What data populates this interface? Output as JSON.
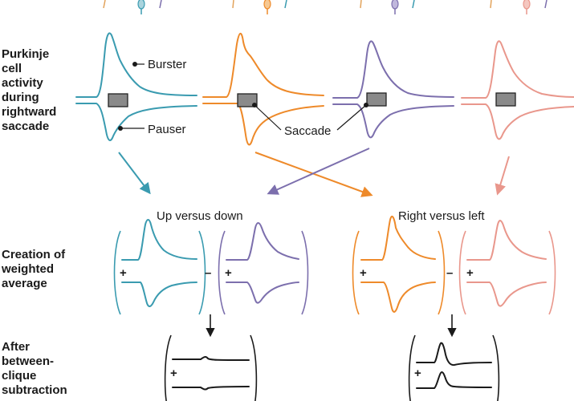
{
  "row_labels": {
    "row1": [
      "Purkinje",
      "cell",
      "activity",
      "during",
      "rightward",
      "saccade"
    ],
    "row2": [
      "Creation of",
      "weighted",
      "average"
    ],
    "row3": [
      "After",
      "between-",
      "clique",
      "subtraction"
    ]
  },
  "annotations": {
    "burster": "Burster",
    "pauser": "Pauser",
    "saccade": "Saccade"
  },
  "groups": {
    "left_title": "Up versus down",
    "right_title": "Right versus left"
  },
  "symbols": {
    "plus": "+",
    "minus": "–"
  },
  "colors": {
    "teal": "#3a9bb0",
    "orange": "#ee8a2a",
    "purple": "#7c6fad",
    "pink": "#e9978c",
    "text": "#1a1a1a",
    "saccade_box": "#8a8a8a"
  }
}
